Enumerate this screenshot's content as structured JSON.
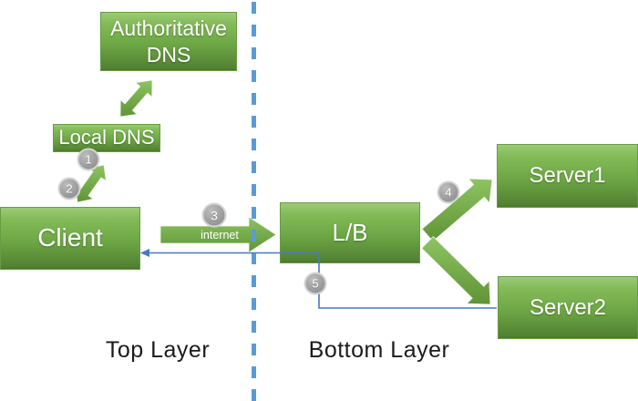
{
  "diagram": {
    "nodes": {
      "authoritative_dns": {
        "label": "Authoritative DNS"
      },
      "local_dns": {
        "label": "Local DNS"
      },
      "client": {
        "label": "Client"
      },
      "load_balancer": {
        "label": "L/B"
      },
      "server1": {
        "label": "Server1"
      },
      "server2": {
        "label": "Server2"
      }
    },
    "steps": {
      "step1": "1",
      "step2": "2",
      "step3": "3",
      "step4": "4",
      "step5": "5"
    },
    "labels": {
      "internet": "internet",
      "top_layer": "Top Layer",
      "bottom_layer": "Bottom Layer"
    },
    "colors": {
      "node_green_top": "#8cc163",
      "node_green_bottom": "#52812f",
      "arrow_green_top": "#8ec463",
      "arrow_green_bottom": "#5f9336",
      "divider_blue": "#5b9bd5",
      "flow_line_blue": "#4a78c2",
      "step_circle_gray": "#9e9e9e",
      "text_white": "#ffffff",
      "text_black": "#1b1b1b"
    }
  }
}
